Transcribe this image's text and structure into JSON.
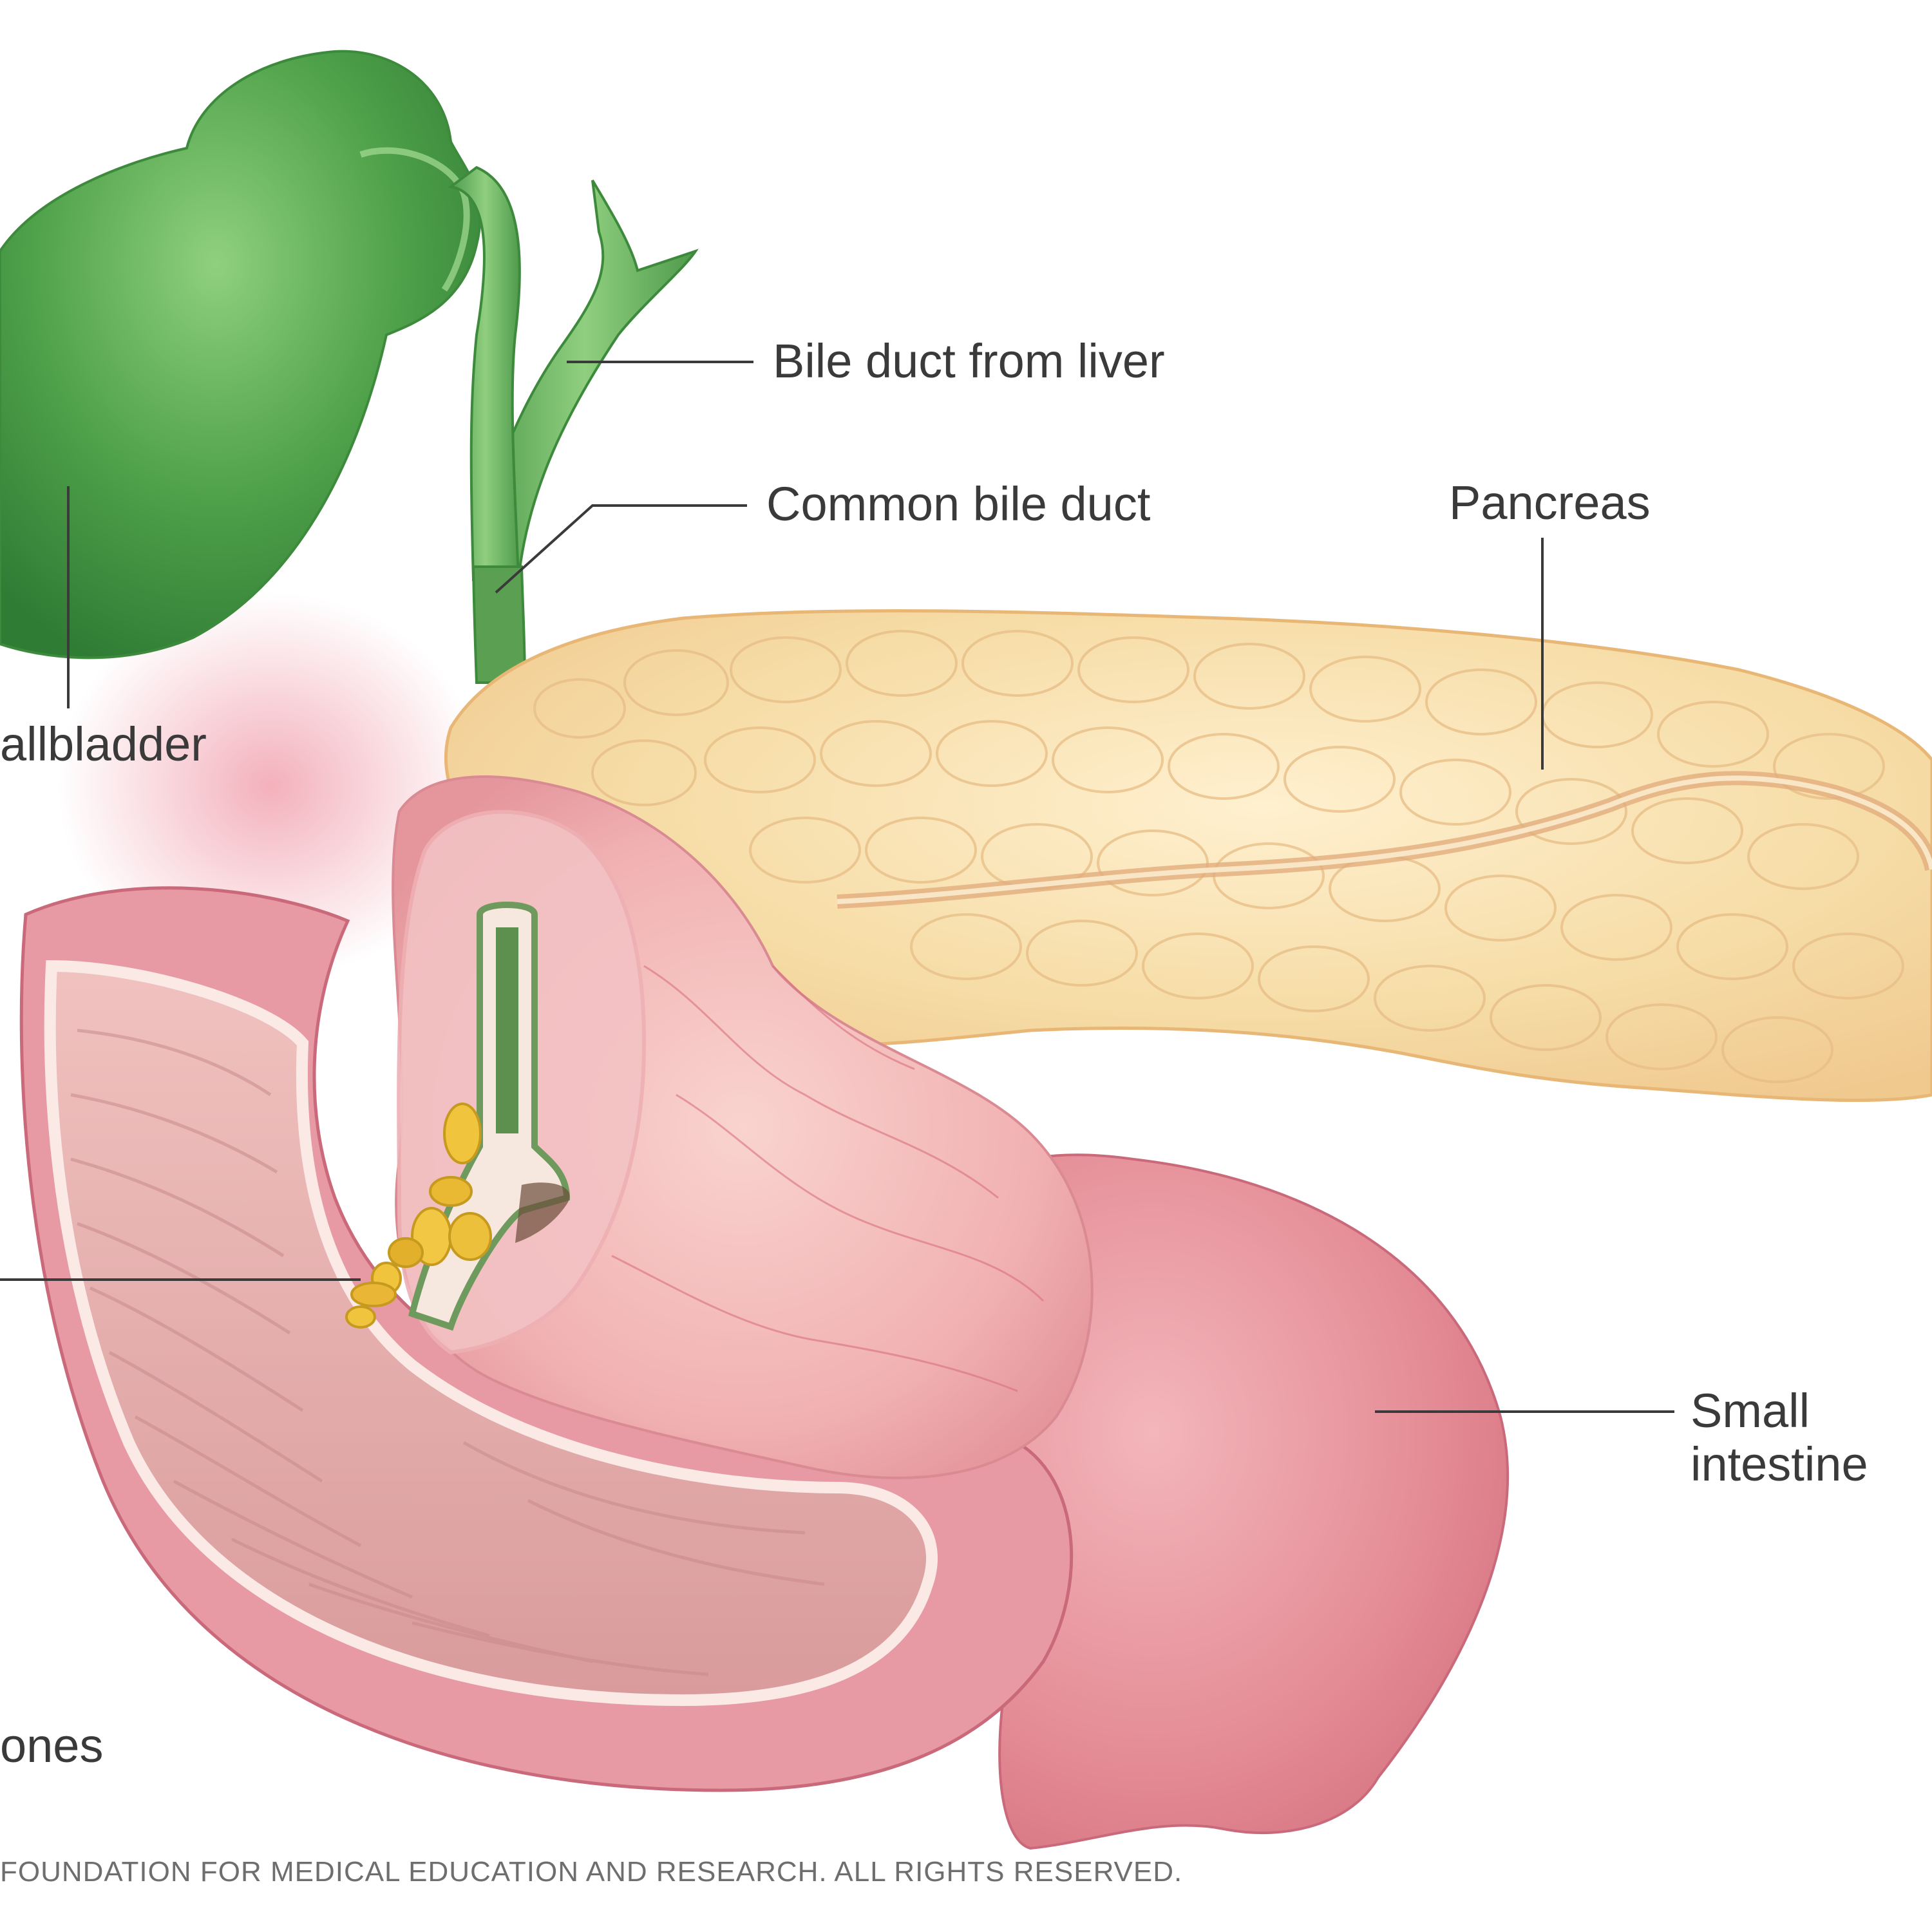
{
  "labels": {
    "bile_duct_from_liver": "Bile duct from liver",
    "common_bile_duct": "Common bile duct",
    "pancreas": "Pancreas",
    "gallbladder": "allbladder",
    "small_intestine_line1": "Small",
    "small_intestine_line2": "intestine",
    "gallstones": "ones"
  },
  "copyright": "FOUNDATION FOR MEDICAL EDUCATION AND RESEARCH. ALL RIGHTS RESERVED.",
  "colors": {
    "gallbladder": "#5fae5a",
    "bile_duct": "#6fae62",
    "pancreas": "#f3d9a2",
    "intestine": "#e79aa3",
    "gallstones": "#e9c23a",
    "leader_line": "#3a3a3a"
  }
}
